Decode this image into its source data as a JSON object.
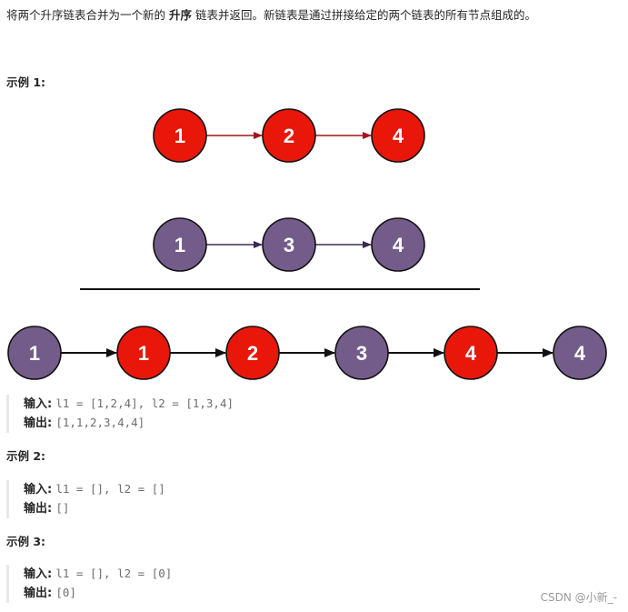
{
  "intro": {
    "prefix": "将两个升序链表合并为一个新的 ",
    "bold": "升序",
    "suffix": " 链表并返回。新链表是通过拼接给定的两个链表的所有节点组成的。"
  },
  "examples": [
    {
      "title": "示例 1:",
      "input_label": "输入:",
      "input_value": "l1 = [1,2,4], l2 = [1,3,4]",
      "output_label": "输出:",
      "output_value": "[1,1,2,3,4,4]"
    },
    {
      "title": "示例 2:",
      "input_label": "输入:",
      "input_value": "l1 = [], l2 = []",
      "output_label": "输出:",
      "output_value": "[]"
    },
    {
      "title": "示例 3:",
      "input_label": "输入:",
      "input_value": "l1 = [], l2 = [0]",
      "output_label": "输出:",
      "output_value": "[0]"
    }
  ],
  "diagram": {
    "colors": {
      "red": "#e8170a",
      "purple": "#735c8a",
      "red_arrow": "#a3141c",
      "purple_arrow": "#3d2a52",
      "black_arrow": "#111111"
    },
    "list1": [
      {
        "value": "1",
        "color": "red"
      },
      {
        "value": "2",
        "color": "red"
      },
      {
        "value": "4",
        "color": "red"
      }
    ],
    "list2": [
      {
        "value": "1",
        "color": "purple"
      },
      {
        "value": "3",
        "color": "purple"
      },
      {
        "value": "4",
        "color": "purple"
      }
    ],
    "merged": [
      {
        "value": "1",
        "color": "purple"
      },
      {
        "value": "1",
        "color": "red"
      },
      {
        "value": "2",
        "color": "red"
      },
      {
        "value": "3",
        "color": "purple"
      },
      {
        "value": "4",
        "color": "red"
      },
      {
        "value": "4",
        "color": "purple"
      }
    ]
  },
  "watermark": "CSDN @小新_-"
}
